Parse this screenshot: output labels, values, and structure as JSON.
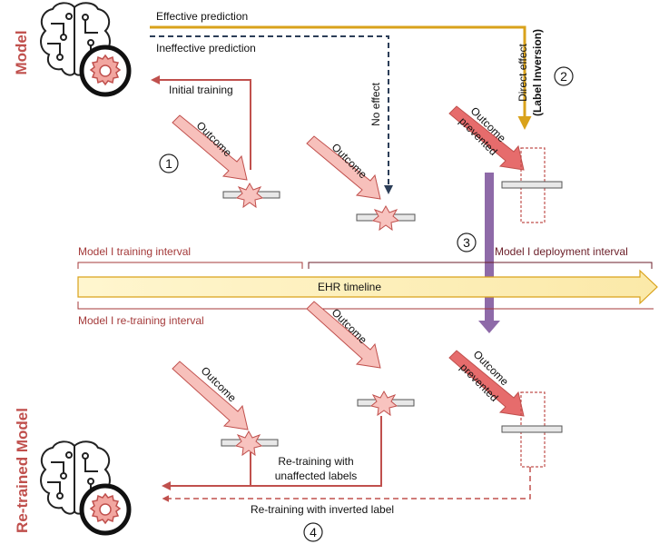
{
  "side_labels": {
    "model": "Model",
    "retrained": "Re-trained Model"
  },
  "arrows": {
    "effective_prediction": "Effective prediction",
    "ineffective_prediction": "Ineffective prediction",
    "no_effect": "No effect",
    "direct_effect": "Direct effect",
    "label_inversion": "(Label Inversion)",
    "initial_training": "Initial training"
  },
  "outcomes": {
    "outcome": "Outcome",
    "outcome_prevented_1": "Outcome",
    "outcome_prevented_2": "prevented"
  },
  "steps": {
    "step1": "1",
    "step2": "2",
    "step3": "3",
    "step4": "4"
  },
  "timeline": {
    "training_interval": "Model I training interval",
    "deployment_interval": "Model I deployment interval",
    "ehr_timeline": "EHR timeline",
    "retraining_interval": "Model I re-training interval"
  },
  "retraining": {
    "unaffected_line1": "Re-training with",
    "unaffected_line2": "unaffected labels",
    "inverted": "Re-training with inverted label"
  },
  "colors": {
    "gold": "#d9a21b",
    "navy": "#2c3e58",
    "red": "#c0504d",
    "pink": "#f4b8b3",
    "strong_red": "#e06060",
    "purple": "#8e6aa8",
    "dark_red": "#8b2a36",
    "timeline_fill": "#fdf3c4"
  }
}
